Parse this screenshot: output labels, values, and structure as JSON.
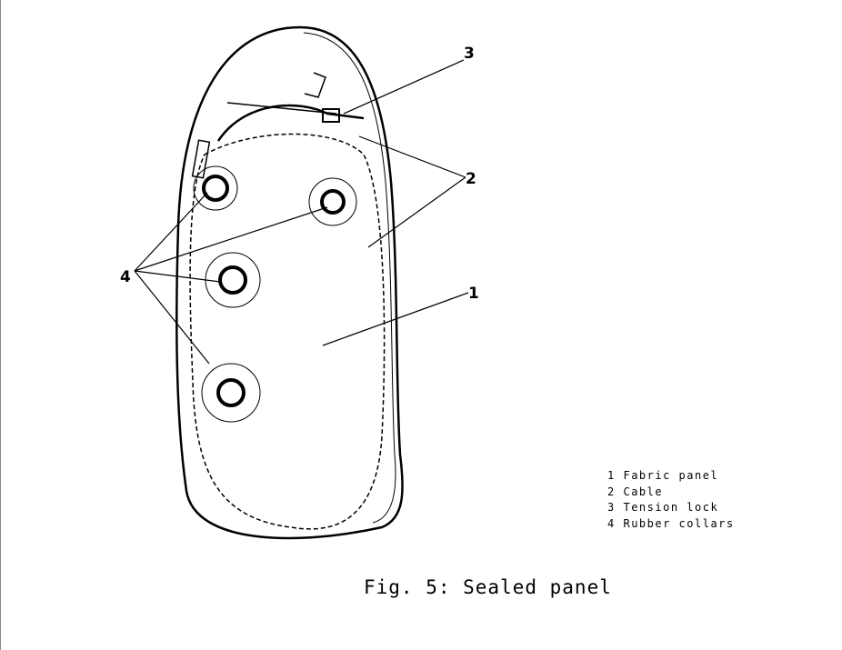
{
  "callouts": {
    "c1": "1",
    "c2": "2",
    "c3": "3",
    "c4": "4"
  },
  "legend": [
    {
      "num": "1",
      "label": "Fabric panel"
    },
    {
      "num": "2",
      "label": "Cable"
    },
    {
      "num": "3",
      "label": "Tension lock"
    },
    {
      "num": "4",
      "label": "Rubber collars"
    }
  ],
  "caption": "Fig. 5: Sealed panel"
}
